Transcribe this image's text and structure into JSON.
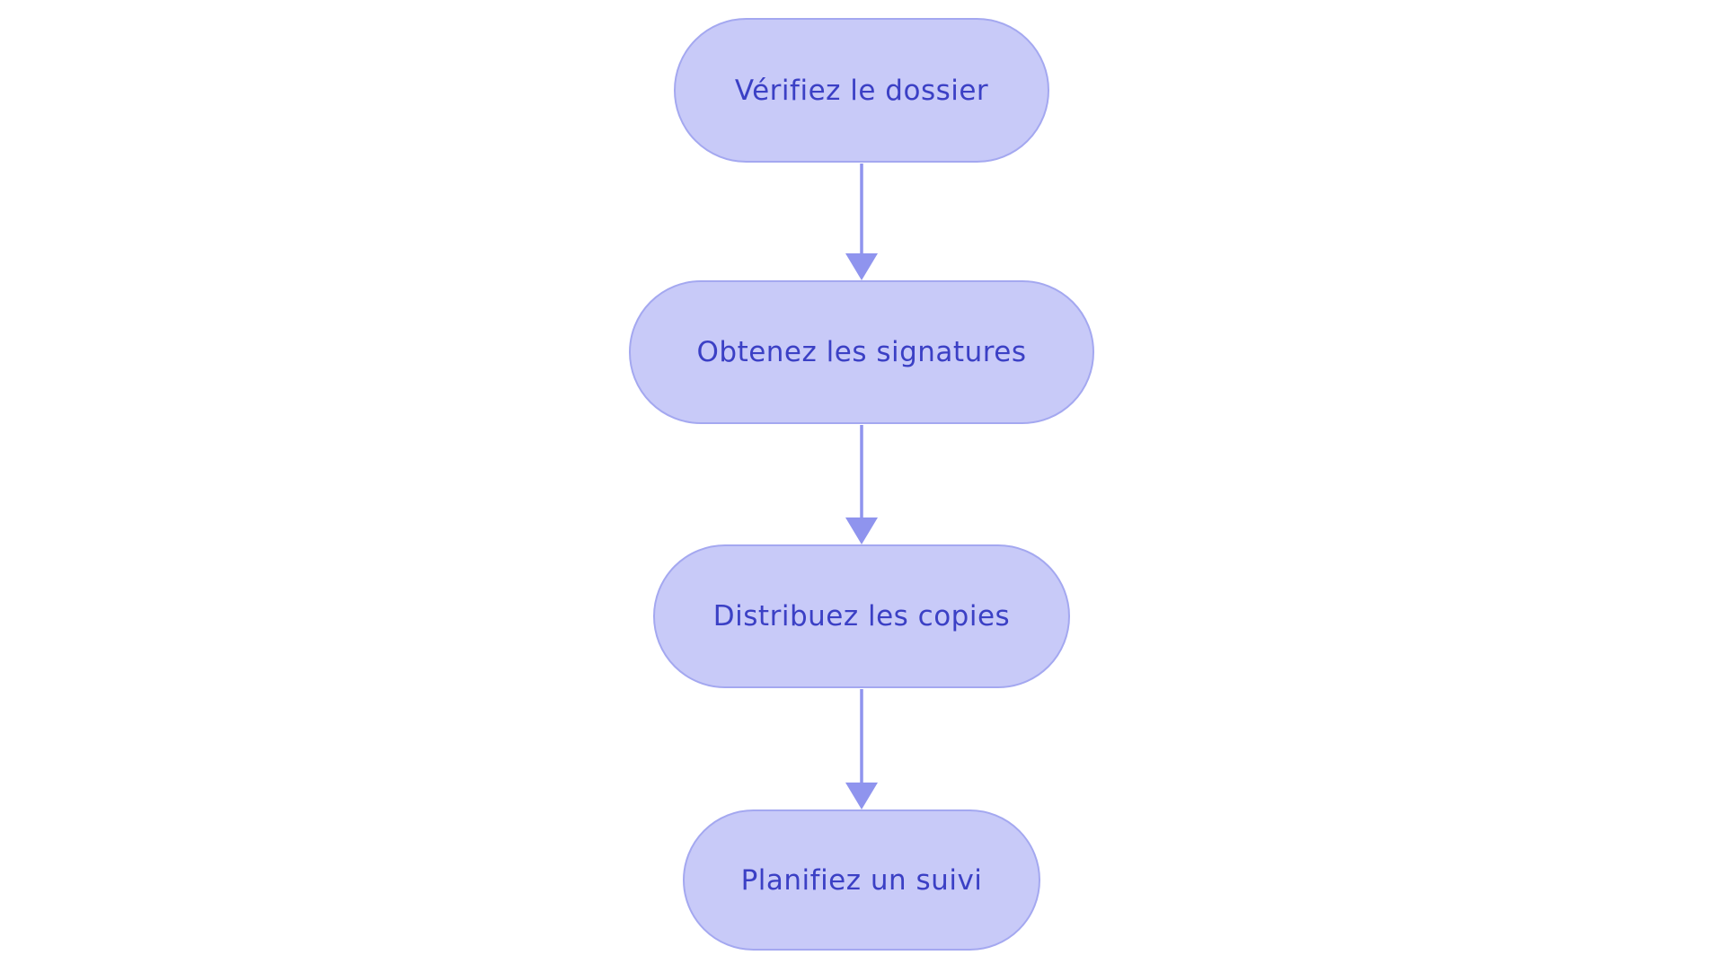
{
  "diagram": {
    "type": "flowchart",
    "direction": "top-down",
    "colors": {
      "background": "#ffffff",
      "node_fill": "#c8caf8",
      "node_border": "#a4a8f0",
      "node_text": "#3b40c5",
      "arrow": "#8f94ee"
    },
    "nodes": [
      {
        "id": "verifiez-dossier",
        "label": "Vérifiez le dossier"
      },
      {
        "id": "obtenez-signatures",
        "label": "Obtenez les signatures"
      },
      {
        "id": "distribuez-copies",
        "label": "Distribuez les copies"
      },
      {
        "id": "planifiez-suivi",
        "label": "Planifiez un suivi"
      }
    ],
    "edges": [
      {
        "from": "verifiez-dossier",
        "to": "obtenez-signatures"
      },
      {
        "from": "obtenez-signatures",
        "to": "distribuez-copies"
      },
      {
        "from": "distribuez-copies",
        "to": "planifiez-suivi"
      }
    ]
  }
}
